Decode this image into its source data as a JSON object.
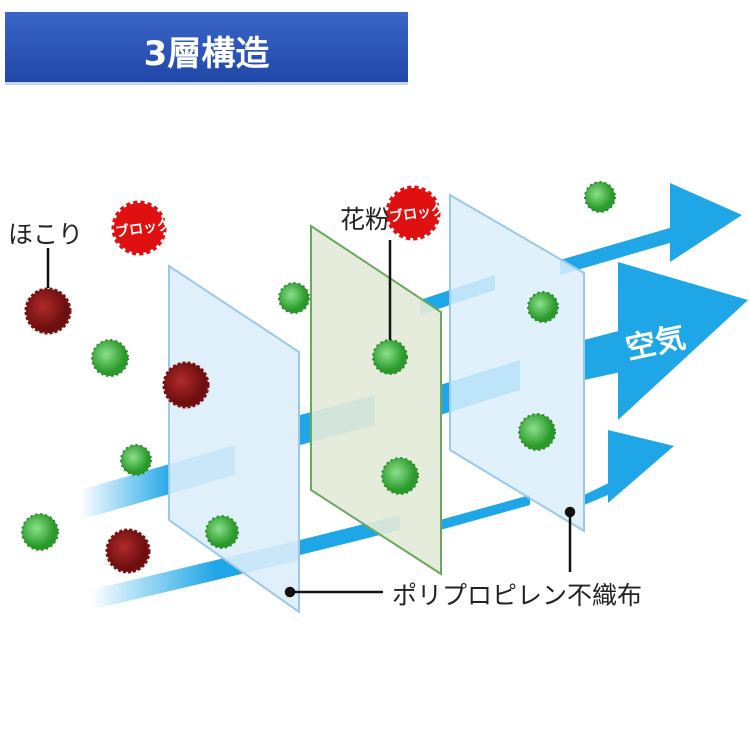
{
  "header": {
    "title": "3層構造"
  },
  "labels": {
    "dust": "ほこり",
    "pollen": "花粉",
    "block": "ブロック",
    "air": "空気",
    "material": "ポリプロピレン不織布"
  },
  "colors": {
    "header": "#2a55b8",
    "arrow": "#1ea6e6",
    "panel_blue": "#dbeefb",
    "panel_green": "#e3ead9",
    "dust": "#8b1a1a",
    "pollen": "#3aa83a",
    "badge": "#e01010"
  }
}
